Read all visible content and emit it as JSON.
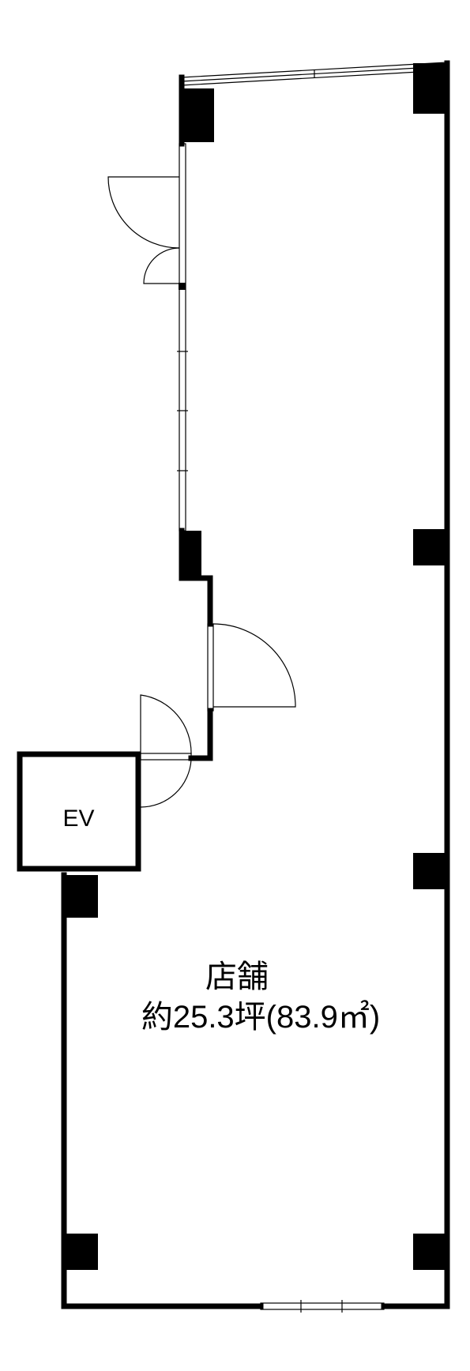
{
  "elevator": {
    "label": "EV"
  },
  "room": {
    "name": "店舗",
    "area": "約25.3坪(83.9㎡)"
  }
}
